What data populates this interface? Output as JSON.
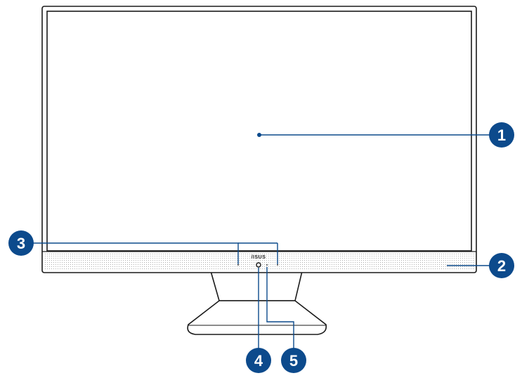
{
  "device": {
    "brand_logo": "/ISUS"
  },
  "colors": {
    "callout": "#0c4a8c",
    "outline": "#1a1a1a",
    "stand_fill": "#ffffff"
  },
  "callouts": [
    {
      "number": "1",
      "target": "display-panel"
    },
    {
      "number": "2",
      "target": "speaker-strip"
    },
    {
      "number": "3",
      "target": "microphones"
    },
    {
      "number": "4",
      "target": "webcam"
    },
    {
      "number": "5",
      "target": "webcam-indicator"
    }
  ]
}
